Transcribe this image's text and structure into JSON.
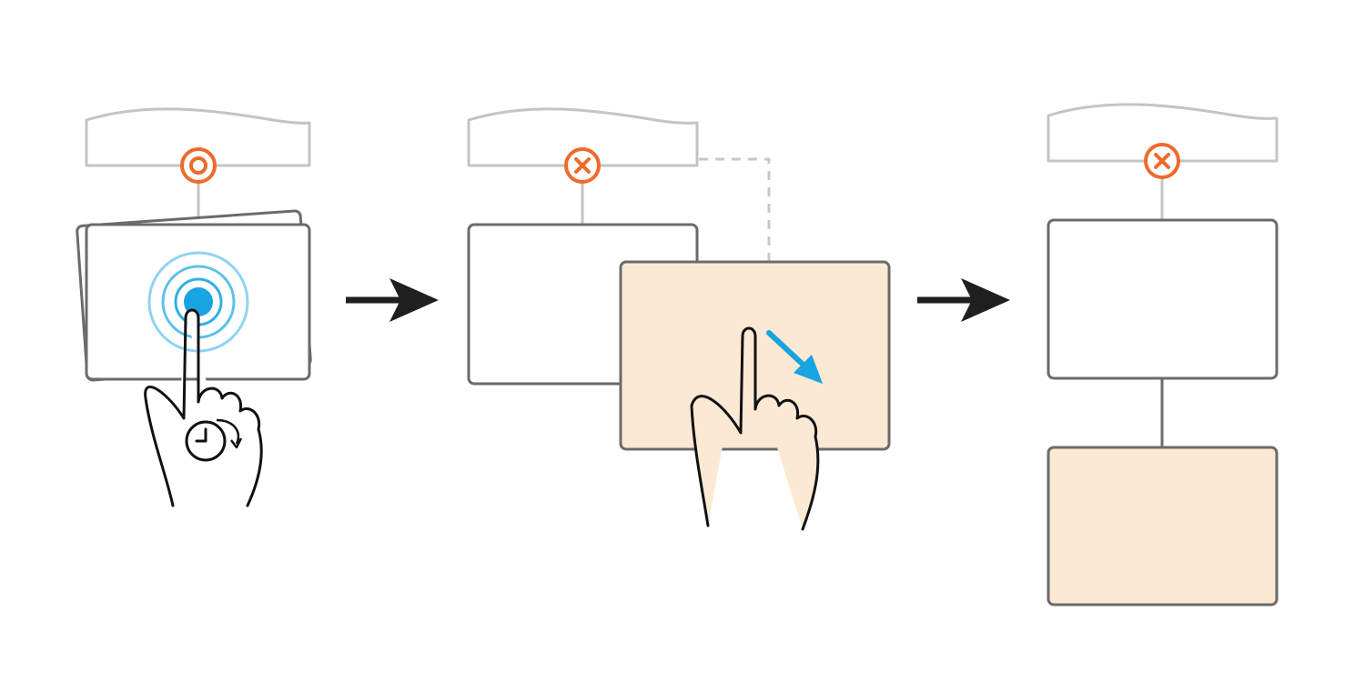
{
  "steps": [
    {
      "id": "press-and-hold",
      "gesture": "long-press",
      "connector_icon": "target-circle-icon",
      "node_state": "selected"
    },
    {
      "id": "drag-away",
      "gesture": "drag",
      "connector_icon": "close-circle-icon",
      "node_state": "detached"
    },
    {
      "id": "reattached",
      "gesture": "none",
      "connector_icon": "close-circle-icon",
      "node_state": "attached-below"
    }
  ],
  "colors": {
    "background": "#ffffff",
    "parent_outline": "#c4c4c4",
    "node_outline": "#6b6b6b",
    "node_fill": "#ffffff",
    "dragged_fill": "#fbe9d4",
    "accent_orange": "#ee6a2c",
    "accent_blue": "#17a4e0",
    "ripple_blue": "#8fd3f2",
    "arrow": "#1f1f1f",
    "dashed_link": "#c8c8c8",
    "hand_stroke": "#111111"
  },
  "icons": [
    "target-circle-icon",
    "close-circle-icon",
    "hand-pointer-icon",
    "clock-icon",
    "right-arrow-icon",
    "drag-direction-arrow-icon"
  ]
}
